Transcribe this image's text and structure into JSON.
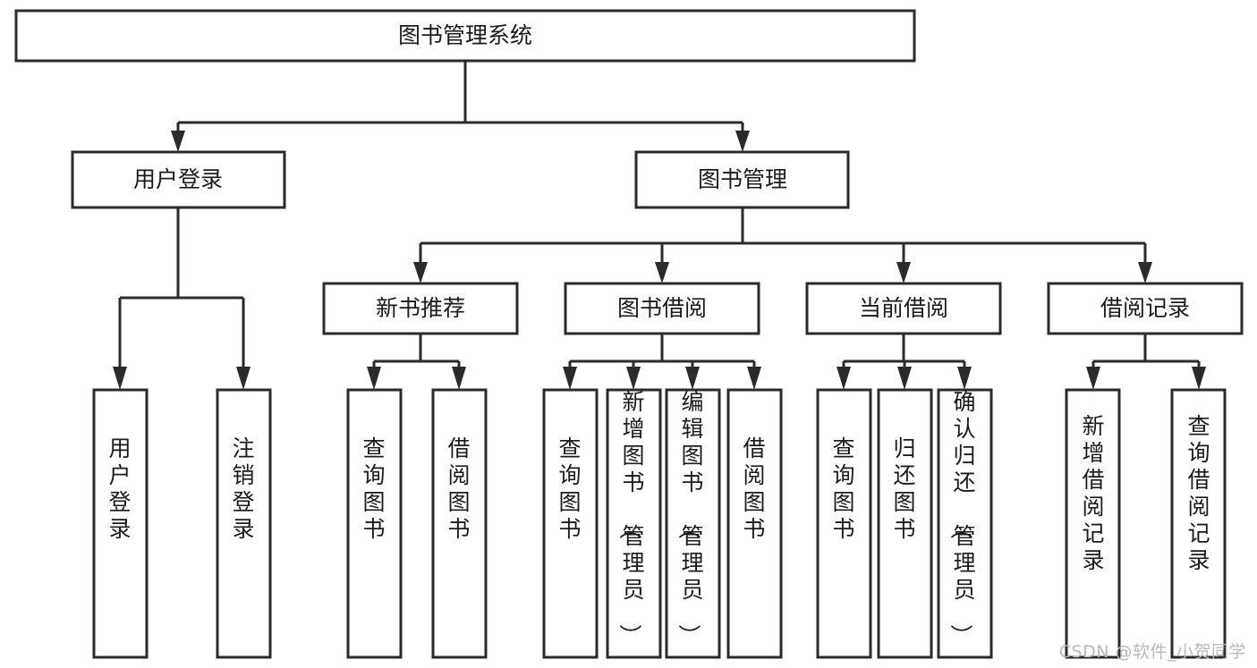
{
  "diagram": {
    "type": "tree-hierarchy",
    "title": "图书管理系统",
    "orientation": "top-down",
    "colors": {
      "box_stroke": "#2b2b2b",
      "box_fill": "#ffffff",
      "connector": "#2b2b2b",
      "text": "#1b1b1b",
      "watermark": "#b9b9b9",
      "background": "#ffffff"
    },
    "levels": [
      {
        "level": 1,
        "nodes": [
          {
            "id": "root",
            "label": "图书管理系统",
            "orientation": "horizontal"
          }
        ]
      },
      {
        "level": 2,
        "nodes": [
          {
            "id": "l2-0",
            "label": "用户登录",
            "orientation": "horizontal",
            "parent": "root"
          },
          {
            "id": "l2-1",
            "label": "图书管理",
            "orientation": "horizontal",
            "parent": "root"
          }
        ]
      },
      {
        "level": 3,
        "nodes": [
          {
            "id": "l3-0",
            "label": "新书推荐",
            "orientation": "horizontal",
            "parent": "l2-1"
          },
          {
            "id": "l3-1",
            "label": "图书借阅",
            "orientation": "horizontal",
            "parent": "l2-1"
          },
          {
            "id": "l3-2",
            "label": "当前借阅",
            "orientation": "horizontal",
            "parent": "l2-1"
          },
          {
            "id": "l3-3",
            "label": "借阅记录",
            "orientation": "horizontal",
            "parent": "l2-1"
          }
        ]
      },
      {
        "level": 4,
        "nodes": [
          {
            "id": "leaf-0",
            "label": "用户登录",
            "orientation": "vertical",
            "parent": "l2-0"
          },
          {
            "id": "leaf-1",
            "label": "注销登录",
            "orientation": "vertical",
            "parent": "l2-0"
          },
          {
            "id": "leaf-2",
            "label": "查询图书",
            "orientation": "vertical",
            "parent": "l3-0"
          },
          {
            "id": "leaf-3",
            "label": "借阅图书",
            "orientation": "vertical",
            "parent": "l3-0"
          },
          {
            "id": "leaf-4",
            "label": "查询图书",
            "orientation": "vertical",
            "parent": "l3-1"
          },
          {
            "id": "leaf-5",
            "label": "新增图书（管理员）",
            "orientation": "vertical",
            "parent": "l3-1"
          },
          {
            "id": "leaf-6",
            "label": "编辑图书（管理员）",
            "orientation": "vertical",
            "parent": "l3-1"
          },
          {
            "id": "leaf-7",
            "label": "借阅图书",
            "orientation": "vertical",
            "parent": "l3-1"
          },
          {
            "id": "leaf-8",
            "label": "查询图书",
            "orientation": "vertical",
            "parent": "l3-2"
          },
          {
            "id": "leaf-9",
            "label": "归还图书",
            "orientation": "vertical",
            "parent": "l3-2"
          },
          {
            "id": "leaf-10",
            "label": "确认归还（管理员）",
            "orientation": "vertical",
            "parent": "l3-2"
          },
          {
            "id": "leaf-11",
            "label": "新增借阅记录",
            "orientation": "vertical",
            "parent": "l3-3"
          },
          {
            "id": "leaf-12",
            "label": "查询借阅记录",
            "orientation": "vertical",
            "parent": "l3-3"
          }
        ]
      }
    ]
  },
  "watermark": {
    "text": "CSDN @软件_小贺同学"
  }
}
